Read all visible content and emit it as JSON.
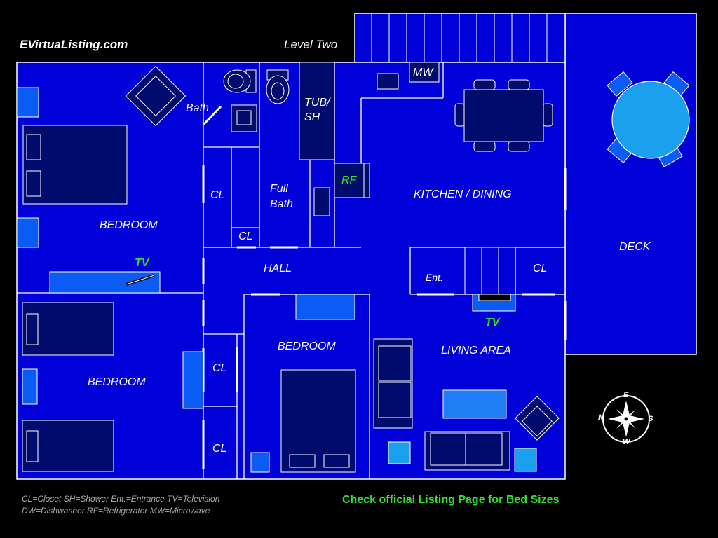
{
  "header": {
    "brand": "EVirtuaListing.com",
    "level": "Level Two"
  },
  "rooms": {
    "bedroom_1": "BEDROOM",
    "bedroom_2": "BEDROOM",
    "bedroom_3": "BEDROOM",
    "bath": "Bath",
    "full_bath_line1": "Full",
    "full_bath_line2": "Bath",
    "tub_line1": "TUB/",
    "tub_line2": "SH",
    "kitchen": "KITCHEN / DINING",
    "hall": "HALL",
    "living": "LIVING AREA",
    "deck": "DECK",
    "entrance": "Ent."
  },
  "labels": {
    "closet": "CL",
    "tv": "TV",
    "microwave": "MW",
    "refrigerator": "RF"
  },
  "compass": {
    "n": "N",
    "e": "E",
    "s": "S",
    "w": "W"
  },
  "legend": {
    "line1": "CL=Closet  SH=Shower Ent.=Entrance  TV=Television",
    "line2": "DW=Dishwasher RF=Refrigerator  MW=Microwave"
  },
  "note": "Check official Listing Page for Bed Sizes",
  "colors": {
    "floor": "#0000d8",
    "wall": "#ffffff",
    "furniture": "#000b6e",
    "accent": "#0a5cf5",
    "table_light": "#1aa0ee",
    "text_green": "#2ee22e"
  }
}
